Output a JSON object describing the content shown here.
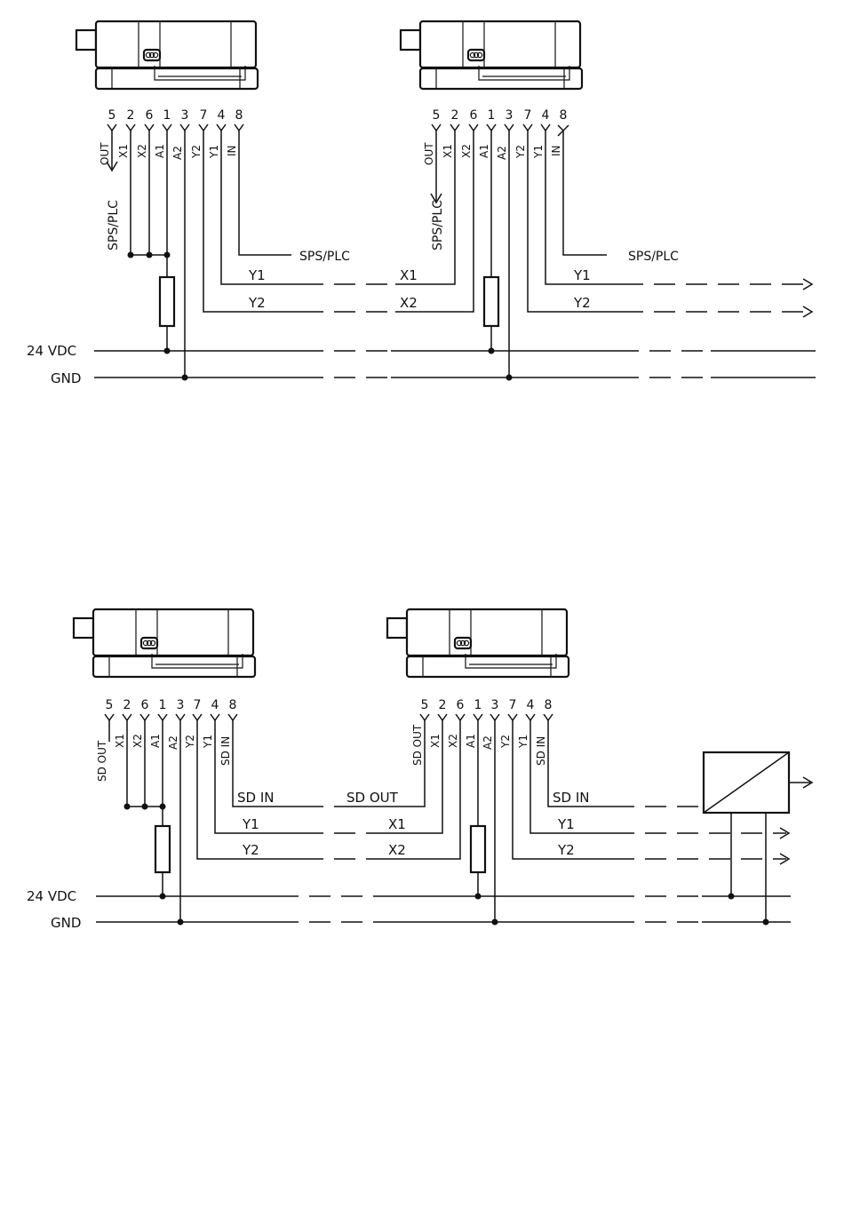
{
  "diagram_top": {
    "supply_label": "24 VDC",
    "gnd_label": "GND",
    "sensor_1": {
      "pins": [
        "5",
        "2",
        "6",
        "1",
        "3",
        "7",
        "4",
        "8"
      ],
      "signals": [
        "OUT",
        "X1",
        "X2",
        "A1",
        "A2",
        "Y2",
        "Y1",
        "IN"
      ],
      "side_label": "SPS/PLC",
      "in_label": "SPS/PLC",
      "y1_label": "Y1",
      "y2_label": "Y2"
    },
    "sensor_2": {
      "pins": [
        "5",
        "2",
        "6",
        "1",
        "3",
        "7",
        "4",
        "8"
      ],
      "signals": [
        "OUT",
        "X1",
        "X2",
        "A1",
        "A2",
        "Y2",
        "Y1",
        "IN"
      ],
      "side_label": "SPS/PLC",
      "in_label": "SPS/PLC",
      "x1_label": "X1",
      "x2_label": "X2",
      "y1_label": "Y1",
      "y2_label": "Y2"
    }
  },
  "diagram_bottom": {
    "supply_label": "24 VDC",
    "gnd_label": "GND",
    "sensor_1": {
      "pins": [
        "5",
        "2",
        "6",
        "1",
        "3",
        "7",
        "4",
        "8"
      ],
      "signals": [
        "SD OUT",
        "X1",
        "X2",
        "A1",
        "A2",
        "Y2",
        "Y1",
        "SD IN"
      ],
      "sd_in_label": "SD IN",
      "y1_label": "Y1",
      "y2_label": "Y2"
    },
    "sensor_2": {
      "pins": [
        "5",
        "2",
        "6",
        "1",
        "3",
        "7",
        "4",
        "8"
      ],
      "signals": [
        "SD OUT",
        "X1",
        "X2",
        "A1",
        "A2",
        "Y2",
        "Y1",
        "SD IN"
      ],
      "sd_out_label": "SD OUT",
      "x1_label": "X1",
      "x2_label": "X2",
      "sd_in_label": "SD IN",
      "y1_label": "Y1",
      "y2_label": "Y2"
    }
  }
}
